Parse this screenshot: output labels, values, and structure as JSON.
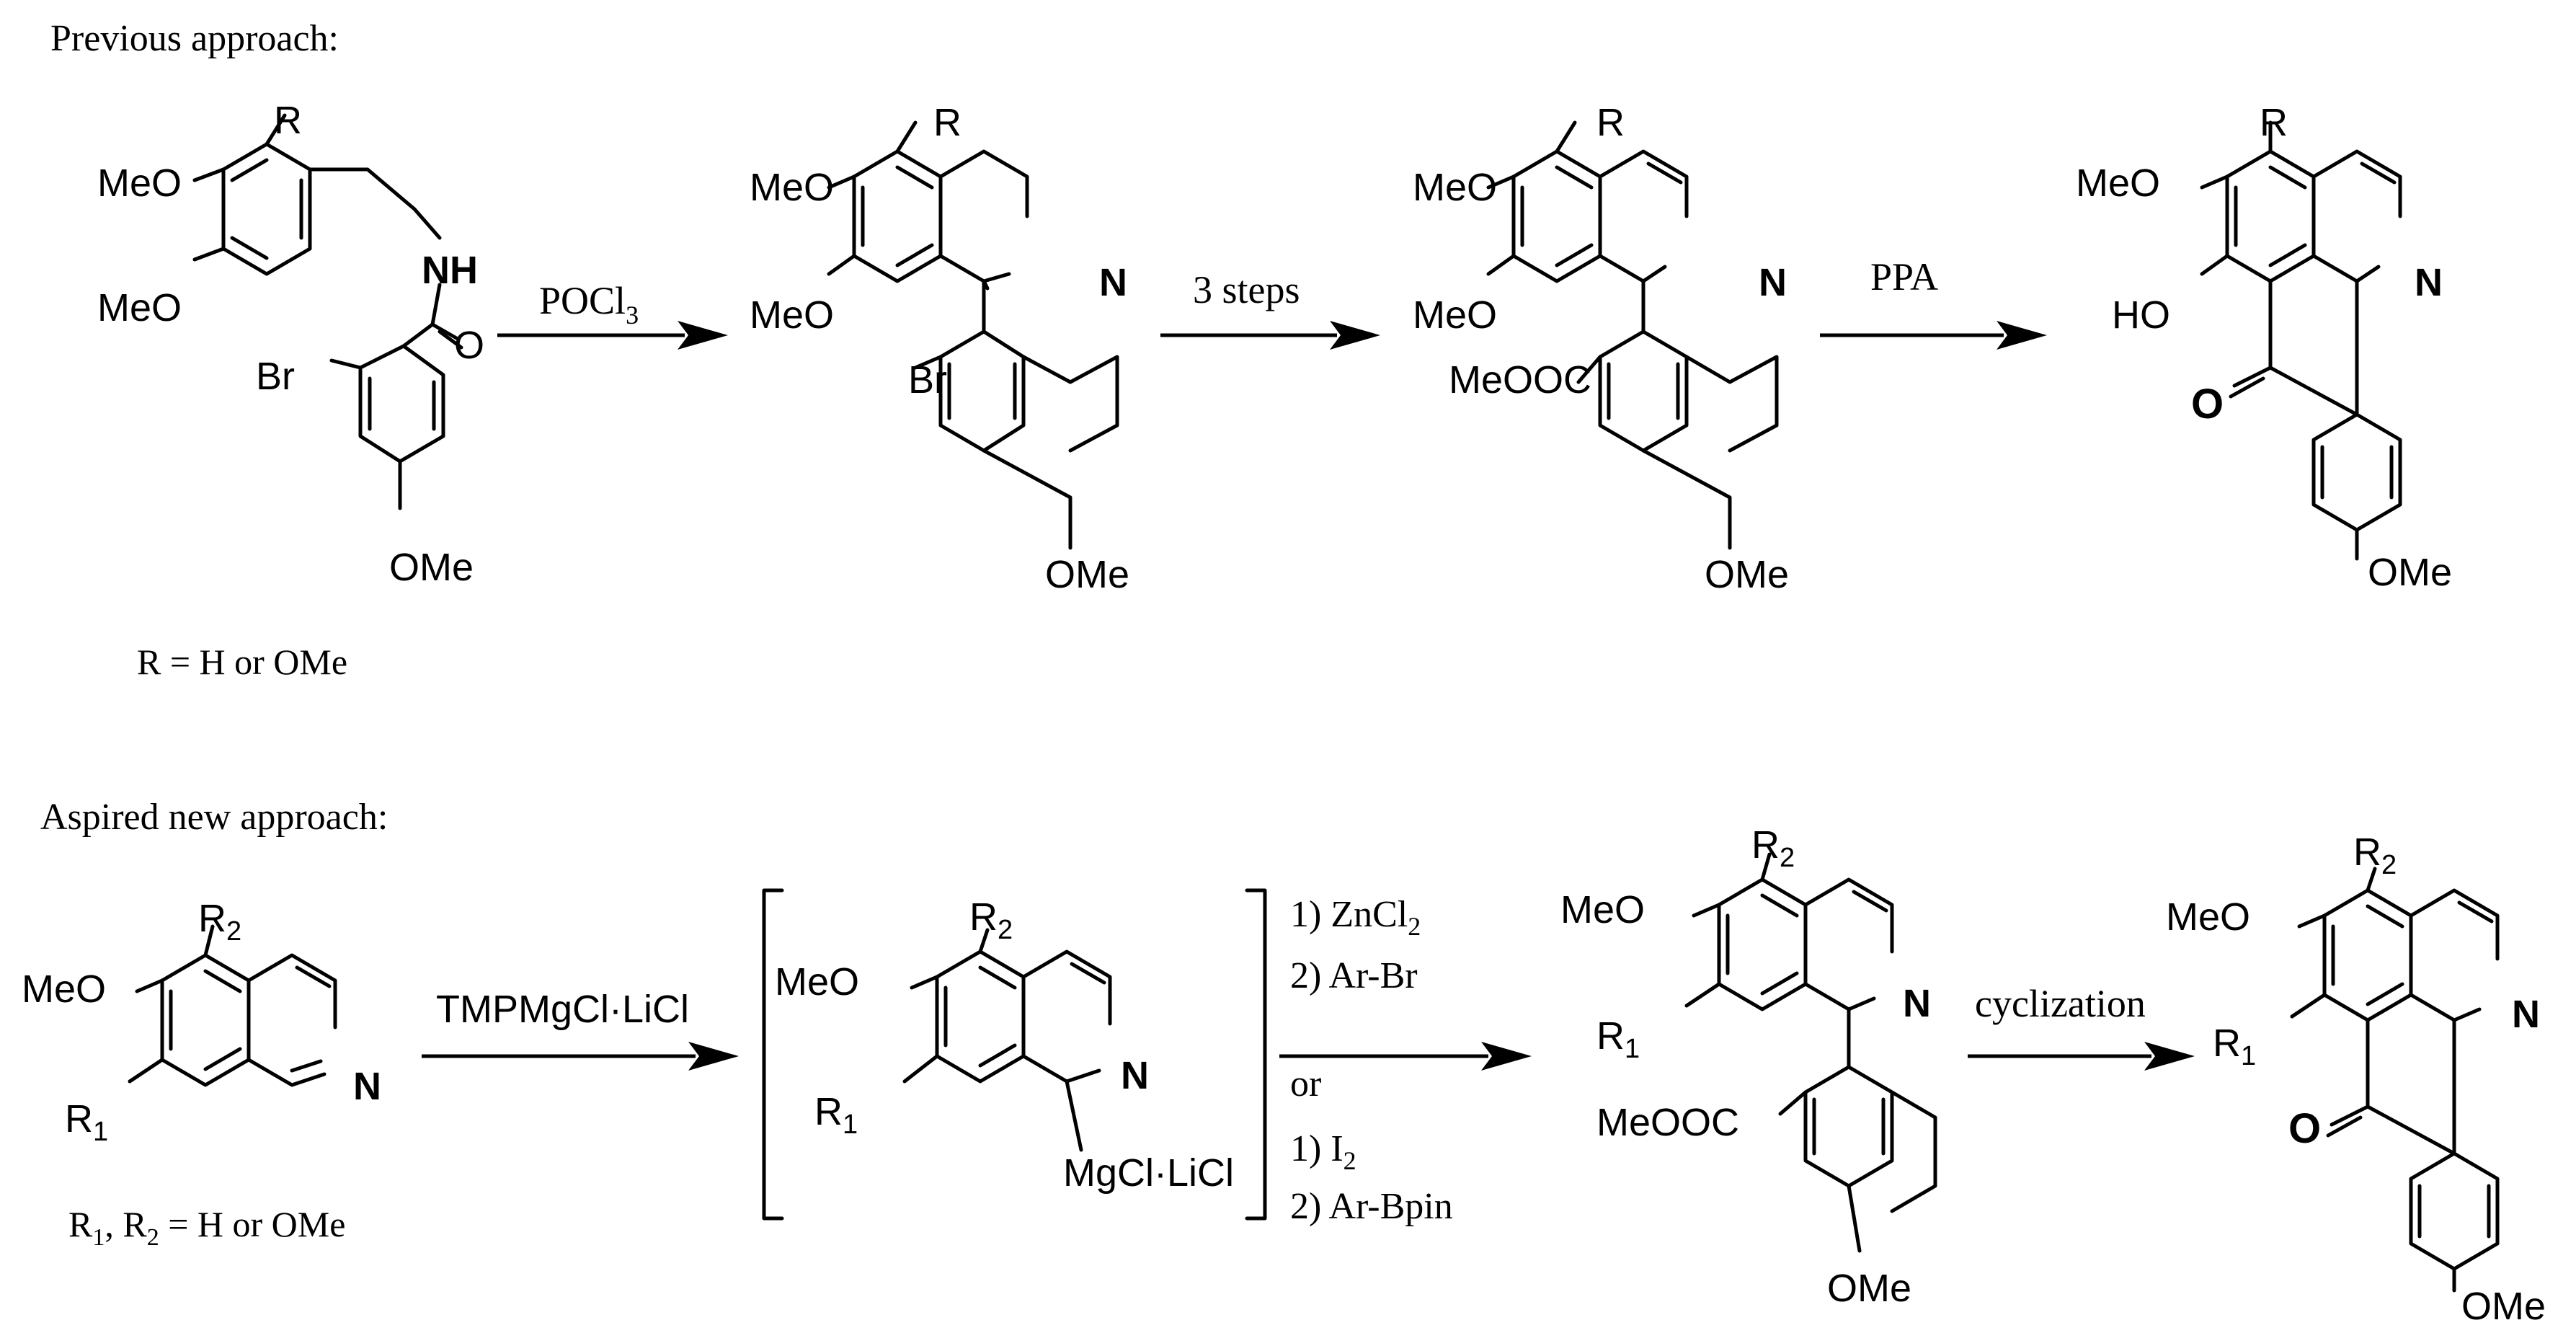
{
  "headings": {
    "previous": "Previous approach:",
    "new": "Aspired new approach:"
  },
  "notes": {
    "r_def": "R = H or OMe",
    "r12_def": "R1, R2 = H or OMe"
  },
  "reagents": {
    "pocl3": "POCl3",
    "three_steps": "3 steps",
    "ppa": "PPA",
    "tmp": "TMPMgCl·LiCl",
    "zncl2": "1) ZnCl2",
    "arbr": "2) Ar-Br",
    "or": "or",
    "i2": "1) I2",
    "arbpin": "2) Ar-Bpin",
    "cyclization": "cyclization"
  },
  "atom_labels": {
    "R": "R",
    "R1": "R1",
    "R2": "R2",
    "MeO": "MeO",
    "OMe": "OMe",
    "HO": "HO",
    "NH": "NH",
    "N": "N",
    "O": "O",
    "Br": "Br",
    "MeOOC": "MeOOC",
    "MgCl": "MgCl·LiCl"
  }
}
